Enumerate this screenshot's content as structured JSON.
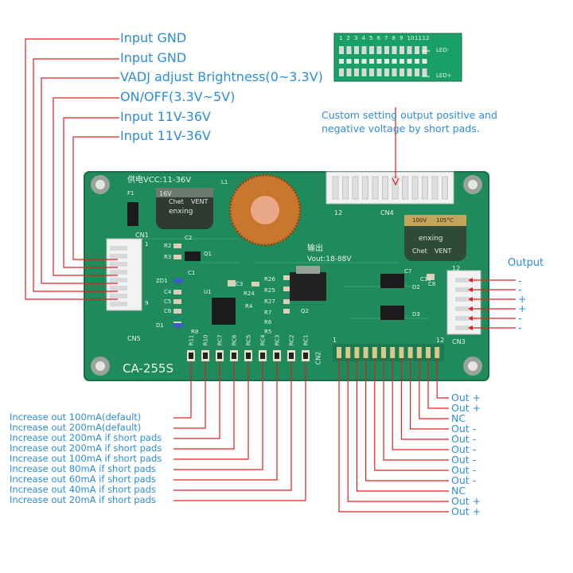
{
  "left_labels": [
    "Input GND",
    "Input GND",
    "VADJ adjust Brightness(0~3.3V)",
    "ON/OFF(3.3V~5V)",
    "Input 11V-36V",
    "Input 11V-36V"
  ],
  "pad_note": [
    "Custom setting output positive and",
    "negative voltage by short pads."
  ],
  "output_title": "Output",
  "output_polarity": [
    "-",
    "-",
    "+",
    "+",
    "-",
    "-"
  ],
  "bottom_left_labels": [
    "Increase out 100mA(default)",
    "Increase out 200mA(default)",
    "Increase out 200mA if short pads",
    "Increase out 200mA if short pads",
    "Increase out 100mA if short pads",
    "Increase out 80mA if short pads",
    "Increase out 60mA if short pads",
    "Increase out 40mA if short pads",
    "Increase out 20mA if short pads"
  ],
  "bottom_right_labels": [
    "Out +",
    "Out +",
    "NC",
    "Out -",
    "Out -",
    "Out -",
    "Out -",
    "Out -",
    "Out -",
    "NC",
    "Out +",
    "Out +"
  ],
  "inset": {
    "numbers": [
      "1",
      "2",
      "3",
      "4",
      "5",
      "6",
      "7",
      "8",
      "9",
      "10",
      "11",
      "12"
    ],
    "led_minus": "LED-",
    "led_plus": "LED+"
  },
  "board": {
    "power_label": "供电VCC:11-36V",
    "out_label_cn": "输出",
    "vout_label": "Vout:18-88V",
    "model": "CA-255S",
    "connectors": [
      "CN1",
      "CN2",
      "CN3",
      "CN4",
      "CN5"
    ],
    "cn2_pin_first": "1",
    "cn2_pin_last": "12",
    "cn4_pin": "12",
    "cn3_pin": "12",
    "cn1_pins": [
      "1",
      "9"
    ],
    "resistor_labels": [
      "R11",
      "R10",
      "RC7",
      "RC6",
      "RC5",
      "RC4",
      "RC3",
      "RC2",
      "RC1",
      "R8"
    ],
    "parts": [
      "F1",
      "L1",
      "R2",
      "R3",
      "Q1",
      "C3",
      "C4",
      "C5",
      "C6",
      "ZD1",
      "D1",
      "U1",
      "R26",
      "R25",
      "R4",
      "R27",
      "R7",
      "R6",
      "R5",
      "Q2",
      "C7",
      "C8",
      "D2",
      "D3",
      "R24",
      "C1",
      "C2",
      "C10"
    ],
    "cap_left_text": [
      "enxing",
      "Chet",
      "VENT"
    ],
    "cap_right_text": [
      "enxing",
      "Chet",
      "VENT",
      "105°C"
    ],
    "cap_left_rating": "16V",
    "cap_right_rating": "100V"
  },
  "colors": {
    "label": "#2c8de0",
    "wire": "#e02020",
    "pcb": "#1f8a5c",
    "inset_pcb": "#1aa067"
  }
}
